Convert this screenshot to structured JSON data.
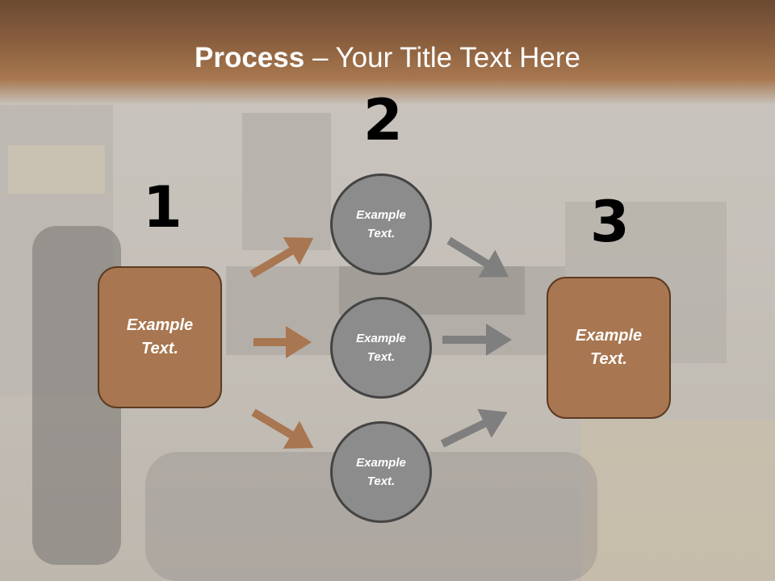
{
  "slide": {
    "title_bold": "Process",
    "title_rest": " – Your Title Text Here"
  },
  "steps": {
    "step1": {
      "number": "1",
      "text_line1": "Example",
      "text_line2": "Text."
    },
    "step2": {
      "number": "2"
    },
    "step3": {
      "number": "3",
      "text_line1": "Example",
      "text_line2": "Text."
    }
  },
  "circles": [
    {
      "text_line1": "Example",
      "text_line2": "Text."
    },
    {
      "text_line1": "Example",
      "text_line2": "Text."
    },
    {
      "text_line1": "Example",
      "text_line2": "Text."
    }
  ],
  "colors": {
    "box_fill": "#a87650",
    "circle_fill": "#8c8c8c",
    "arrow_left": "#a87650",
    "arrow_right": "#7f7f7f"
  }
}
